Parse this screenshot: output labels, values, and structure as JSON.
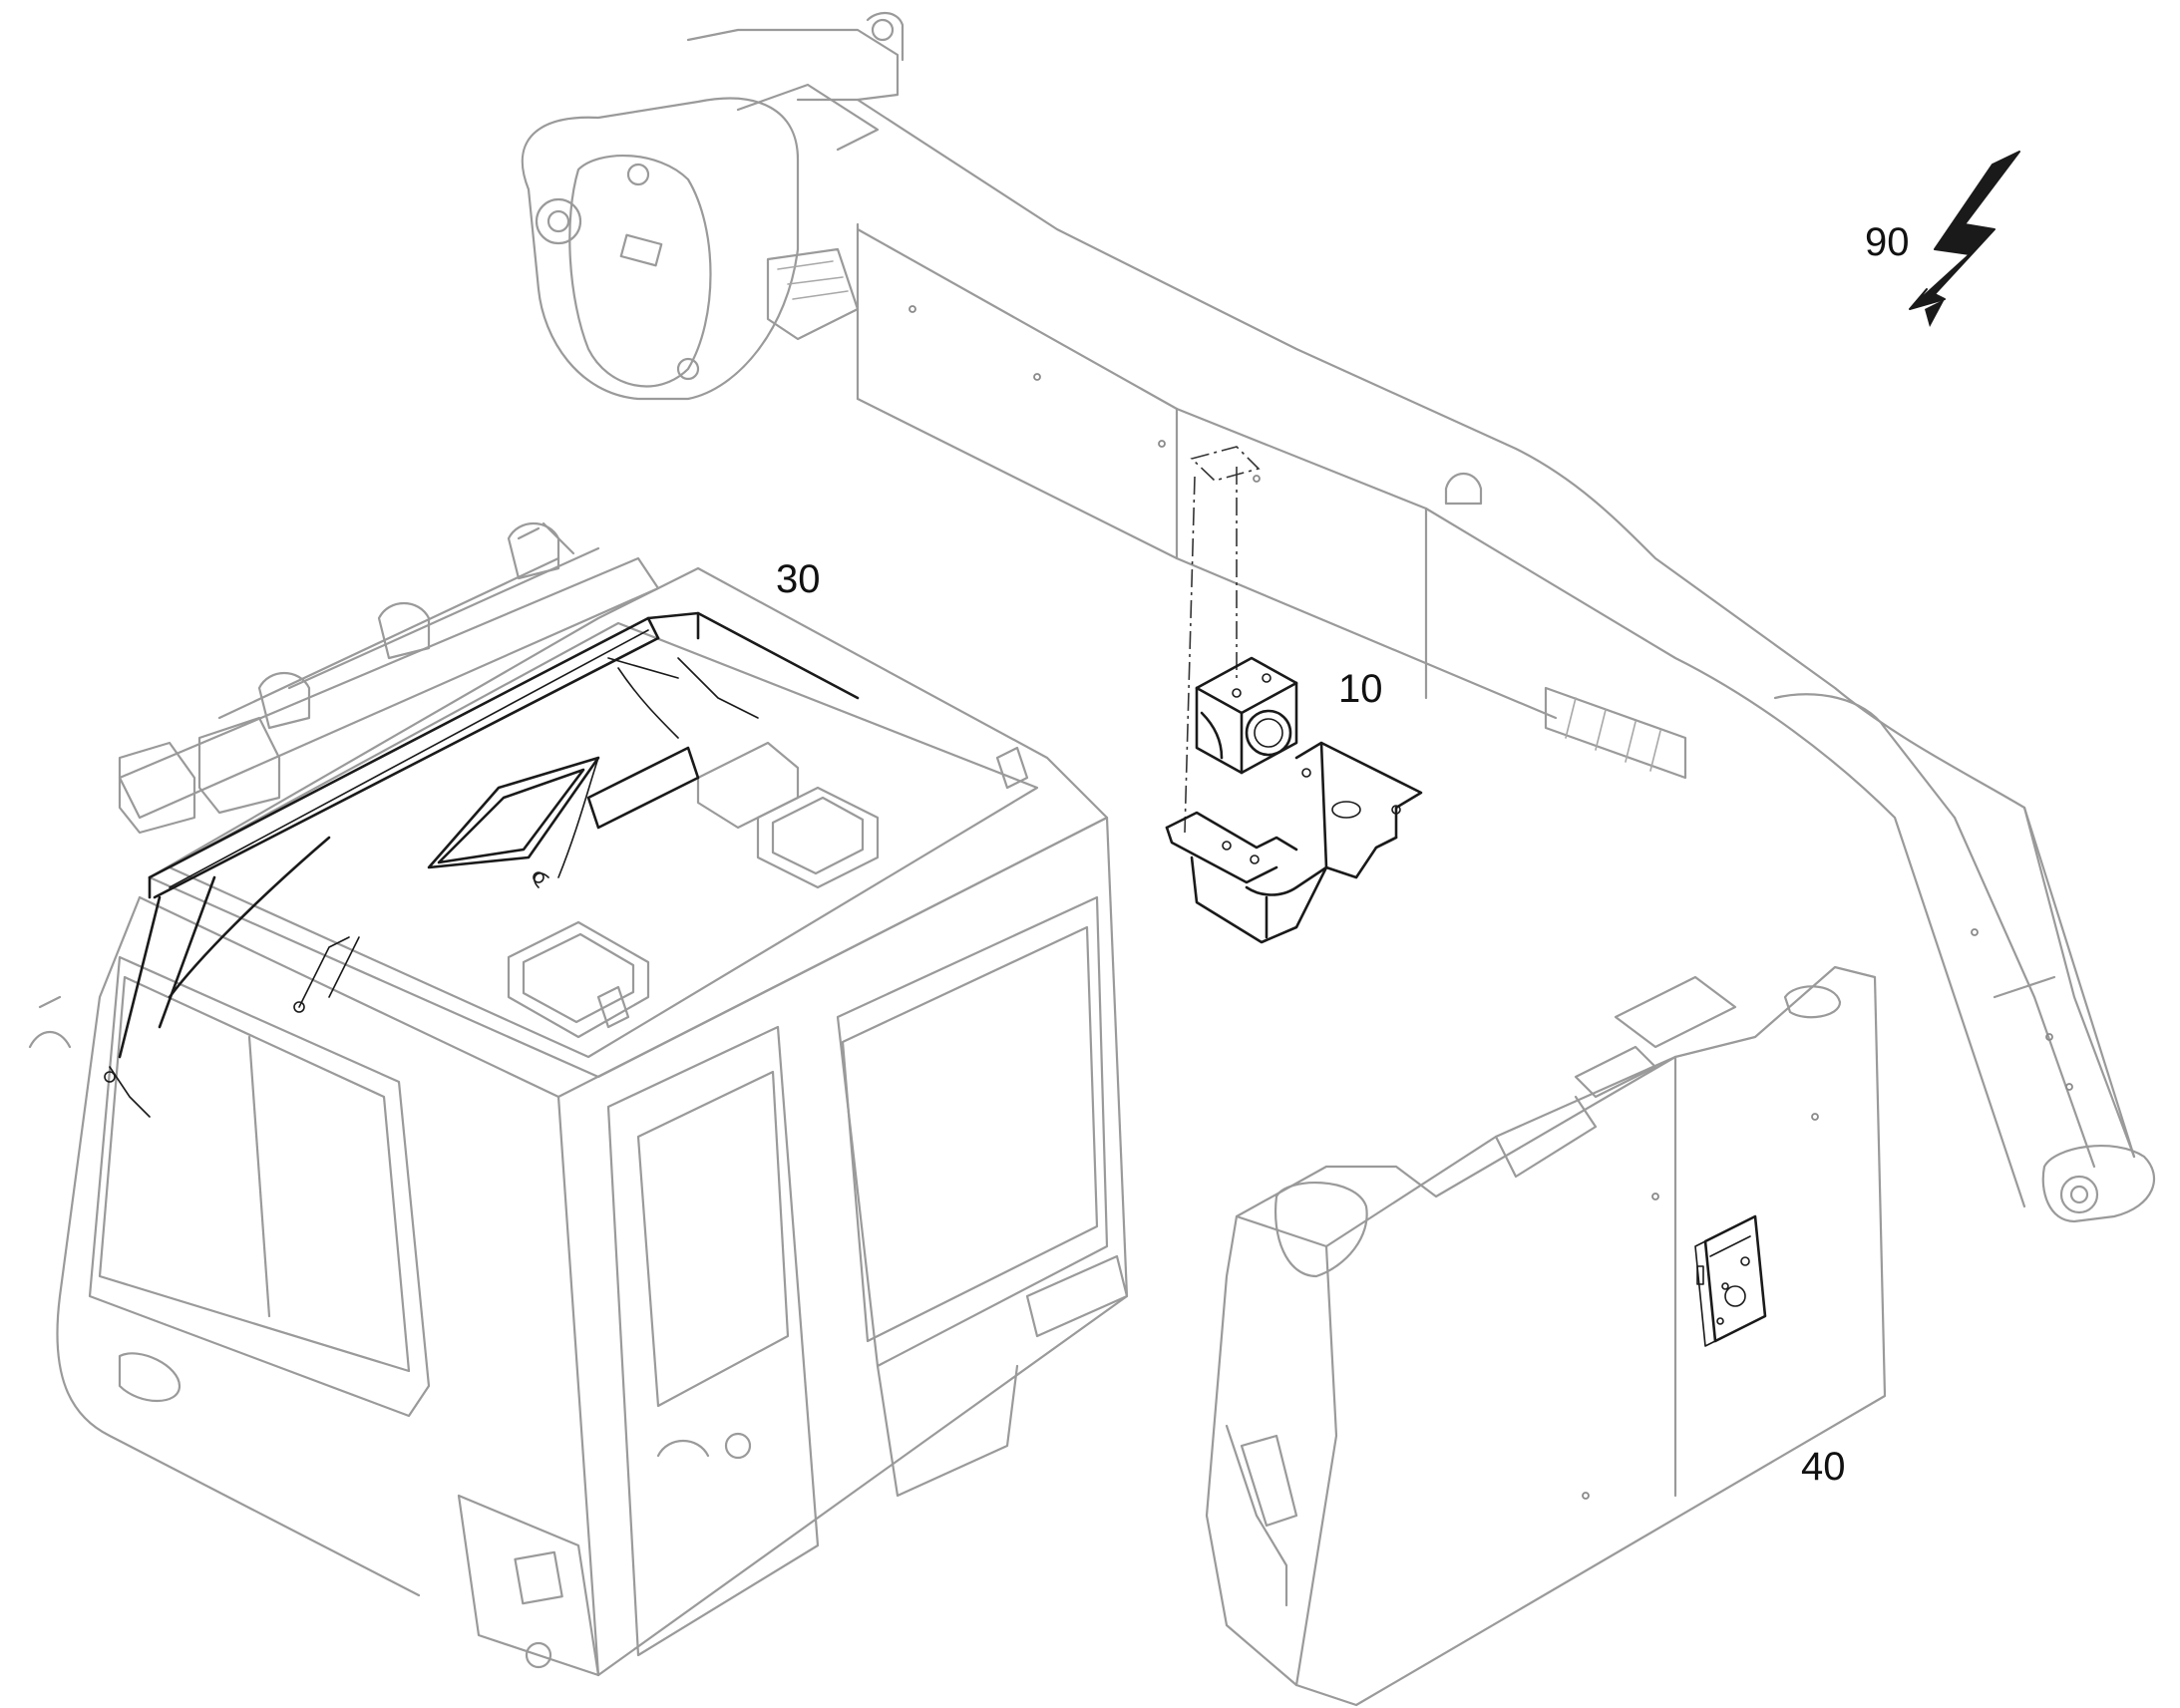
{
  "callouts": [
    {
      "id": "10",
      "label": "10"
    },
    {
      "id": "30",
      "label": "30"
    },
    {
      "id": "40",
      "label": "40"
    },
    {
      "id": "90",
      "label": "90"
    }
  ],
  "colors": {
    "outline_faint": "#9a9a9a",
    "outline_dark": "#1a1a1a",
    "background": "#ffffff"
  },
  "icons": {
    "electrical": "lightning-bolt-icon"
  }
}
